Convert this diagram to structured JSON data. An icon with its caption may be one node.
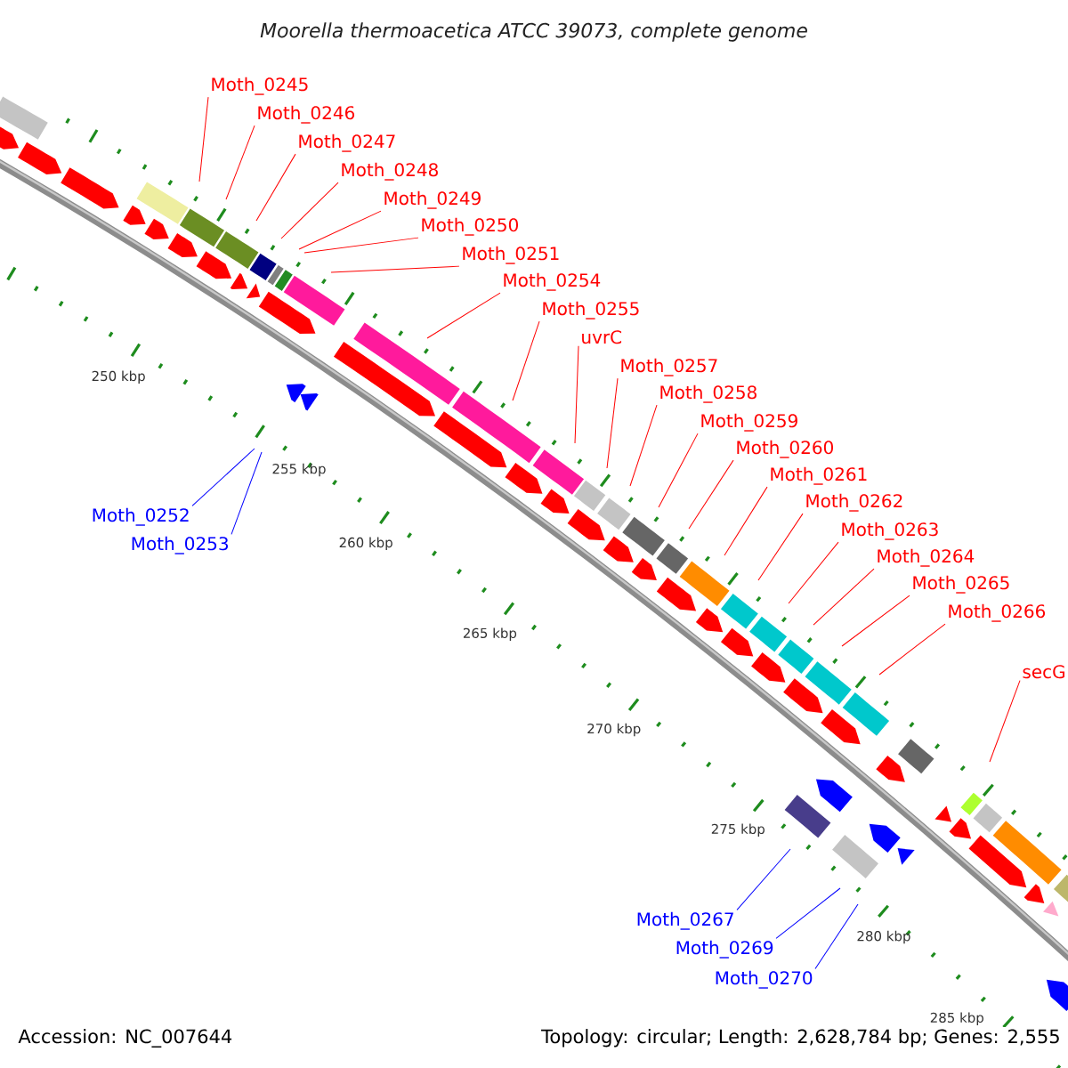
{
  "diagram": {
    "title": "Moorella thermoacetica ATCC 39073, complete genome",
    "nodes": [
      {
        "text": [
          "Moth_0245"
        ]
      },
      {
        "text": [
          "Moth_0246"
        ]
      },
      {
        "text": [
          "Moth_0247"
        ]
      },
      {
        "text": [
          "Moth_0248"
        ]
      },
      {
        "text": [
          "Moth_0249"
        ]
      },
      {
        "text": [
          "Moth_0250"
        ]
      },
      {
        "text": [
          "Moth_0251"
        ]
      },
      {
        "text": [
          "Moth_0254"
        ]
      },
      {
        "text": [
          "Moth_0255"
        ]
      },
      {
        "text": [
          "uvrC"
        ]
      },
      {
        "text": [
          "Moth_0257"
        ]
      },
      {
        "text": [
          "Moth_0258"
        ]
      },
      {
        "text": [
          "Moth_0259"
        ]
      },
      {
        "text": [
          "Moth_0260"
        ]
      },
      {
        "text": [
          "Moth_0261"
        ]
      },
      {
        "text": [
          "Moth_0262"
        ]
      },
      {
        "text": [
          "Moth_0263"
        ]
      },
      {
        "text": [
          "Moth_0264"
        ]
      },
      {
        "text": [
          "Moth_0265"
        ]
      },
      {
        "text": [
          "Moth_0266"
        ]
      },
      {
        "text": [
          "secG"
        ]
      },
      {
        "text": [
          "Moth_0252"
        ]
      },
      {
        "text": [
          "Moth_0253"
        ]
      },
      {
        "text": [
          "Moth_0267"
        ]
      },
      {
        "text": [
          "Moth_0269"
        ]
      },
      {
        "text": [
          "Moth_0270"
        ]
      }
    ],
    "edges": [
      {
        "from": 0,
        "to": null,
        "arrow": "none"
      },
      {
        "from": 1,
        "to": null,
        "arrow": "none"
      },
      {
        "from": 2,
        "to": null,
        "arrow": "none"
      },
      {
        "from": 3,
        "to": null,
        "arrow": "none"
      },
      {
        "from": 4,
        "to": null,
        "arrow": "none"
      },
      {
        "from": 5,
        "to": null,
        "arrow": "none"
      },
      {
        "from": 6,
        "to": null,
        "arrow": "none"
      },
      {
        "from": 7,
        "to": null,
        "arrow": "none"
      },
      {
        "from": 8,
        "to": null,
        "arrow": "none"
      },
      {
        "from": 9,
        "to": null,
        "arrow": "none"
      },
      {
        "from": 10,
        "to": null,
        "arrow": "none"
      },
      {
        "from": 11,
        "to": null,
        "arrow": "none"
      },
      {
        "from": 12,
        "to": null,
        "arrow": "none"
      },
      {
        "from": 13,
        "to": null,
        "arrow": "none"
      },
      {
        "from": 14,
        "to": null,
        "arrow": "none"
      },
      {
        "from": 15,
        "to": null,
        "arrow": "none"
      },
      {
        "from": 16,
        "to": null,
        "arrow": "none"
      },
      {
        "from": 17,
        "to": null,
        "arrow": "none"
      },
      {
        "from": 18,
        "to": null,
        "arrow": "none"
      },
      {
        "from": 19,
        "to": null,
        "arrow": "none"
      },
      {
        "from": 20,
        "to": null,
        "arrow": "none"
      },
      {
        "from": 21,
        "to": null,
        "arrow": "none",
        "color": "#0000ff"
      },
      {
        "from": 22,
        "to": null,
        "arrow": "none",
        "color": "#0000ff"
      },
      {
        "from": 23,
        "to": null,
        "arrow": "none",
        "color": "#0000ff"
      },
      {
        "from": 24,
        "to": null,
        "arrow": "none",
        "color": "#0000ff"
      },
      {
        "from": 25,
        "to": null,
        "arrow": "none",
        "color": "#0000ff"
      }
    ],
    "labels": [
      "250 kbp",
      "255 kbp",
      "260 kbp",
      "265 kbp",
      "270 kbp",
      "275 kbp",
      "280 kbp",
      "285 kbp",
      "Accession: NC_007644",
      "Topology: circular; Length: 2,628,784 bp; Genes: 2,555"
    ]
  }
}
